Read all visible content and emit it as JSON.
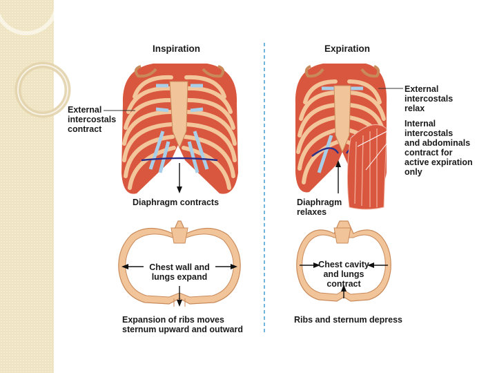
{
  "inspiration": {
    "title": "Inspiration",
    "external_intercostals": "External\nintercostals\ncontract",
    "diaphragm": "Diaphragm contracts",
    "chest_wall": "Chest wall and\nlungs expand",
    "caption": "Expansion of ribs moves\nsternum upward and outward"
  },
  "expiration": {
    "title": "Expiration",
    "external_intercostals": "External\nintercostals\nrelax",
    "internal_intercostals": "Internal\nintercostals\nand abdominals\ncontract for\nactive expiration\nonly",
    "diaphragm": "Diaphragm\nrelaxes",
    "chest_cavity": "Chest cavity\nand lungs\ncontract",
    "caption": "Ribs and sternum depress"
  },
  "colors": {
    "rib_fill": "#f1c49a",
    "rib_stroke": "#c98a5a",
    "muscle": "#d9573e",
    "cartilage": "#a9cfe8",
    "diaphragm_line": "#2b2f8a",
    "divider": "#4aa3d8",
    "slide_band": "#efe4c2"
  }
}
